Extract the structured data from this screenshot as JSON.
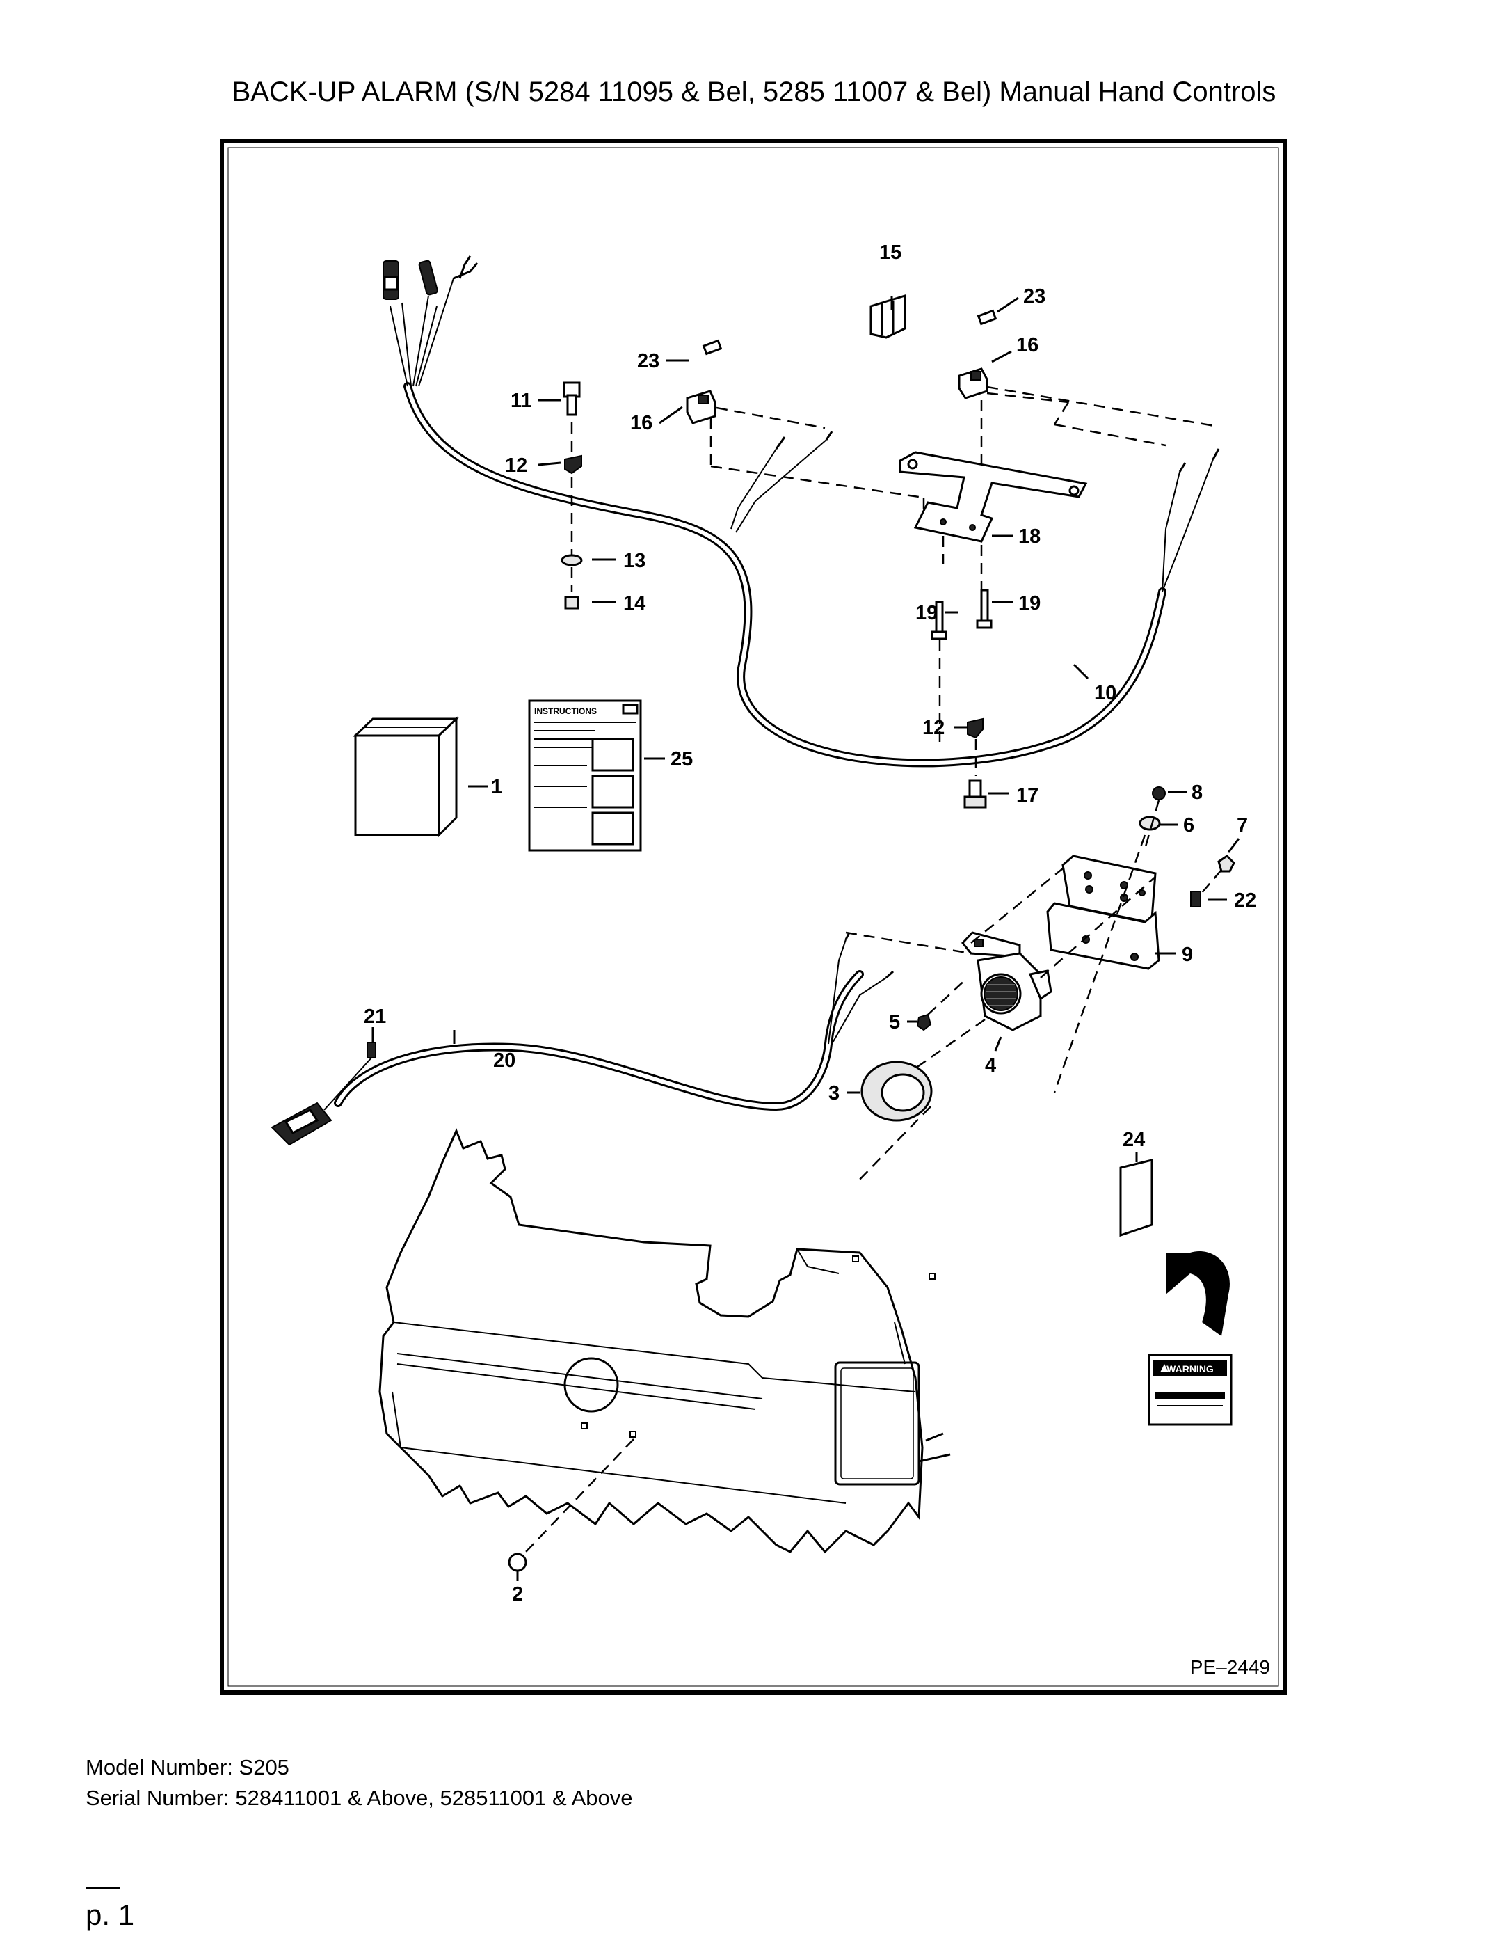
{
  "title": "BACK-UP ALARM (S/N 5284 11095 & Bel, 5285 11007 & Bel) Manual Hand Controls",
  "figure": {
    "id": "PE–2449",
    "instructions_sheet": "INSTRUCTIONS",
    "decal_heading": "WARNING",
    "callouts": [
      {
        "n": "1"
      },
      {
        "n": "2"
      },
      {
        "n": "3"
      },
      {
        "n": "4"
      },
      {
        "n": "5"
      },
      {
        "n": "6"
      },
      {
        "n": "7"
      },
      {
        "n": "8"
      },
      {
        "n": "9"
      },
      {
        "n": "10"
      },
      {
        "n": "11"
      },
      {
        "n": "12"
      },
      {
        "n": "12"
      },
      {
        "n": "13"
      },
      {
        "n": "14"
      },
      {
        "n": "15"
      },
      {
        "n": "16"
      },
      {
        "n": "16"
      },
      {
        "n": "17"
      },
      {
        "n": "18"
      },
      {
        "n": "19"
      },
      {
        "n": "19"
      },
      {
        "n": "20"
      },
      {
        "n": "21"
      },
      {
        "n": "22"
      },
      {
        "n": "23"
      },
      {
        "n": "23"
      },
      {
        "n": "24"
      },
      {
        "n": "25"
      }
    ]
  },
  "model": "Model Number: S205",
  "serial": "Serial Number: 528411001 & Above, 528511001 & Above",
  "page_label": "p. 1"
}
